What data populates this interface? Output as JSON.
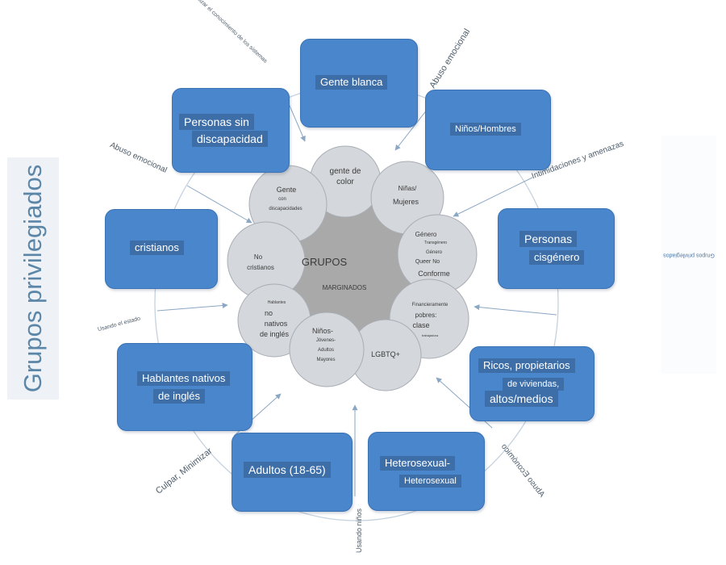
{
  "title": "Grupos privilegiados",
  "mirrored_note": "Grupos privilegiados",
  "center": {
    "line1": "GRUPOS",
    "line2": "MARGINADOS"
  },
  "boxes": {
    "gente_blanca": "Gente blanca",
    "personas_sin_discapacidad": [
      "Personas sin",
      "discapacidad"
    ],
    "ninos_hombres": "Niños/Hombres",
    "cristianos": "cristianos",
    "personas_cisgenero": [
      "Personas",
      "cisgénero"
    ],
    "hablantes_nativos": [
      "Hablantes nativos",
      "de inglés"
    ],
    "ricos": [
      "Ricos, propietarios",
      "de viviendas,",
      "altos/medios"
    ],
    "adultos": "Adultos (18-65)",
    "heterosexual": [
      "Heterosexual-",
      "Heterosexual"
    ]
  },
  "circles": {
    "gente_color": [
      "gente de",
      "color"
    ],
    "gente_discapacidades": [
      "Gente",
      "con",
      "discapacidades"
    ],
    "ninas_mujeres": [
      "Niñas/",
      "Mujeres"
    ],
    "genero": [
      "Género",
      "Transgénero",
      "Género",
      "Queer No",
      "Conforme"
    ],
    "no_cristianos": [
      "No",
      "cristianos"
    ],
    "financieramente": [
      "Financieramente",
      "pobres:",
      "clase",
      "trabajadora"
    ],
    "no_nativos": [
      "Hablantes",
      "no",
      "nativos",
      "de inglés"
    ],
    "lgbtq": "LGBTQ+",
    "ninos_jovenes": [
      "Niños-",
      "Jóvenes-",
      "Adultos",
      "Mayores"
    ]
  },
  "arrow_labels": {
    "utilizar": "Utilizar el conocimiento de los sistemas",
    "abuso_top": "Abuso emocional",
    "intimidaciones": "Intimidaciones y amenazas",
    "abuso_left": "Abuso emocional",
    "usando_estado": "Usando el estado",
    "culpar": "Culpar, Minimizar",
    "usando_ninos": "Usando niños",
    "abuso_economico": "Abuso Económico"
  },
  "colors": {
    "box_fill": "#4a86cc",
    "label_fill": "#3d6ea8",
    "circle_fill": "#d4d7db",
    "center_fill": "#a9a9a9",
    "ring": "#b9c7d6",
    "arrow": "#8aa7c4",
    "title": "#5b86a8"
  }
}
